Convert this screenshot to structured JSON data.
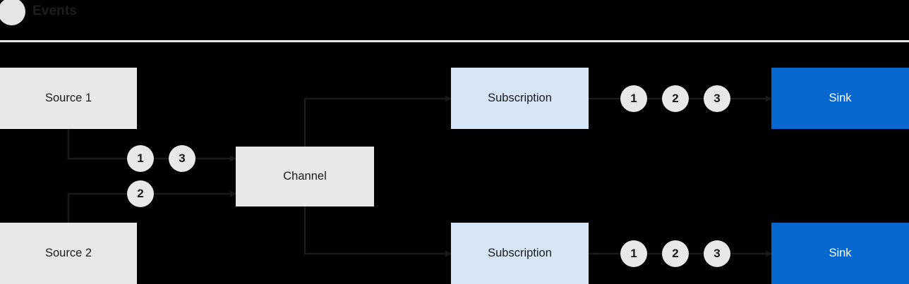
{
  "legend": {
    "marker_icon": "circle-marker-icon",
    "label": "Events",
    "marker_color": "#e6e6e6",
    "divider_color": "#e9e9e9"
  },
  "colors": {
    "background": "#000000",
    "source_fill": "#e8e8e8",
    "channel_fill": "#e8e8e8",
    "subscription_fill": "#d7e6f6",
    "sink_fill": "#0668ce",
    "sink_text": "#ffffff",
    "wire": "#1a1a1a",
    "token_fill": "#e8e8e8",
    "node_text": "#1a1a1a"
  },
  "nodes": {
    "source_1": {
      "label": "Source 1"
    },
    "source_2": {
      "label": "Source 2"
    },
    "channel": {
      "label": "Channel"
    },
    "subscription_top": {
      "label": "Subscription"
    },
    "subscription_bottom": {
      "label": "Subscription"
    },
    "sink_top": {
      "label": "Sink"
    },
    "sink_bottom": {
      "label": "Sink"
    }
  },
  "tokens": {
    "source1_to_channel": [
      "1",
      "3"
    ],
    "source2_to_channel": [
      "2"
    ],
    "subscription_top_to_sink": [
      "1",
      "2",
      "3"
    ],
    "subscription_bottom_to_sink": [
      "1",
      "2",
      "3"
    ]
  }
}
